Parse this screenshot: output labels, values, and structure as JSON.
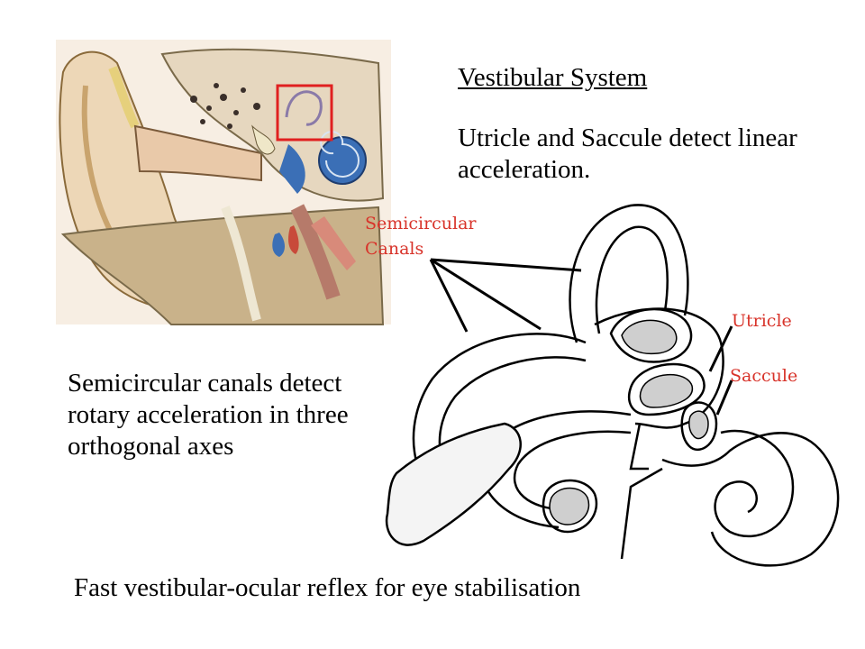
{
  "slide": {
    "title": "Vestibular  System",
    "utricle_text": "Utricle and Saccule detect linear acceleration.",
    "semicircular_text": "Semicircular canals detect rotary acceleration in three orthogonal axes",
    "bottom_text": "Fast vestibular-ocular reflex for eye stabilisation"
  },
  "diagram_labels": {
    "semicircular_line1": "Semicircular",
    "semicircular_line2": "Canals",
    "utricle": "Utricle",
    "saccule": "Saccule"
  },
  "colors": {
    "label_red": "#d8332a",
    "highlight_box": "#e02020",
    "cochlea_blue": "#3b6fb6"
  }
}
